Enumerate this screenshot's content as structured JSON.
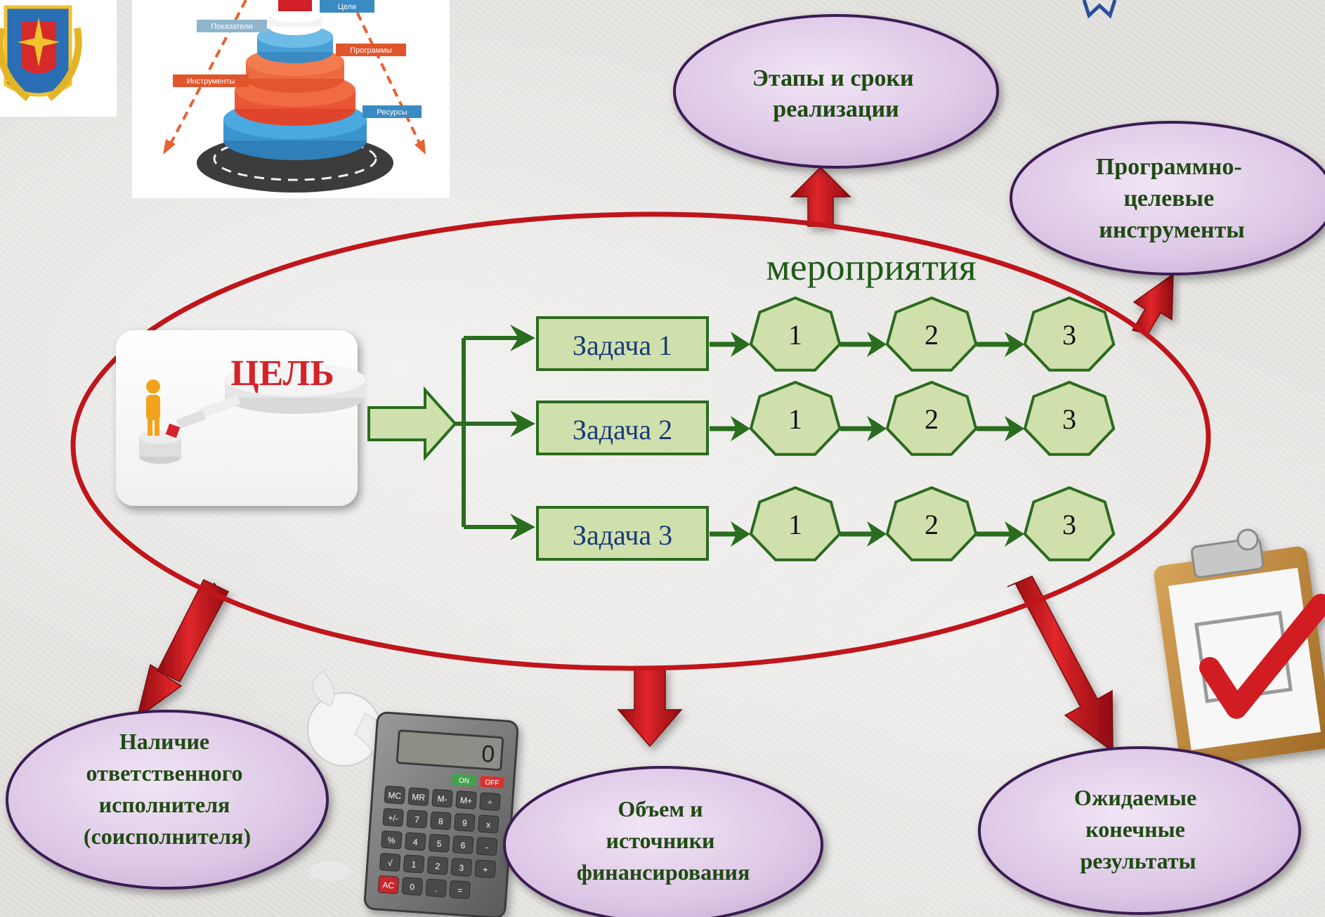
{
  "center": {
    "label": "мероприятия",
    "goal_label": "ЦЕЛЬ"
  },
  "tasks": [
    {
      "label": "Задача 1",
      "steps": [
        "1",
        "2",
        "3"
      ]
    },
    {
      "label": "Задача 2",
      "steps": [
        "1",
        "2",
        "3"
      ]
    },
    {
      "label": "Задача 3",
      "steps": [
        "1",
        "2",
        "3"
      ]
    }
  ],
  "outcomes": {
    "stages": [
      "Этапы и сроки",
      "реализации"
    ],
    "tools": [
      "Программно-",
      "целевые",
      "инструменты"
    ],
    "executor": [
      "Наличие",
      "ответственного",
      "исполнителя",
      "(соисполнителя)"
    ],
    "funding": [
      "Объем и",
      "источники",
      "финансирования"
    ],
    "results": [
      "Ожидаемые",
      "конечные",
      "результаты"
    ]
  },
  "pyramid_labels": {
    "goals": "Цели",
    "indicators": "Показатели",
    "programs": "Программы",
    "instruments": "Инструменты",
    "resources": "Ресурсы"
  },
  "calculator": {
    "display": "0",
    "keys_row1": [
      "ON",
      "OFF"
    ],
    "keys_row2": [
      "MC",
      "MR",
      "M-",
      "M+",
      "÷"
    ],
    "keys_row3": [
      "+/-",
      "7",
      "8",
      "9",
      "x"
    ],
    "keys_row4": [
      "%",
      "4",
      "5",
      "6",
      "-"
    ],
    "keys_row5": [
      "√",
      "1",
      "2",
      "3",
      "+"
    ],
    "keys_row6": [
      "AC",
      "0",
      ".",
      "="
    ]
  },
  "colors": {
    "outcome_fill": "#dcc6e6",
    "outcome_stroke": "#3b1d52",
    "outcome_text": "#1f4a12",
    "main_ellipse": "#c0151b",
    "task_fill": "#cfe0ad",
    "task_stroke": "#2c6b1e",
    "task_text": "#1b3a78",
    "arrow_green": "#2a6d1e",
    "red_arrow": "#c9141a"
  }
}
